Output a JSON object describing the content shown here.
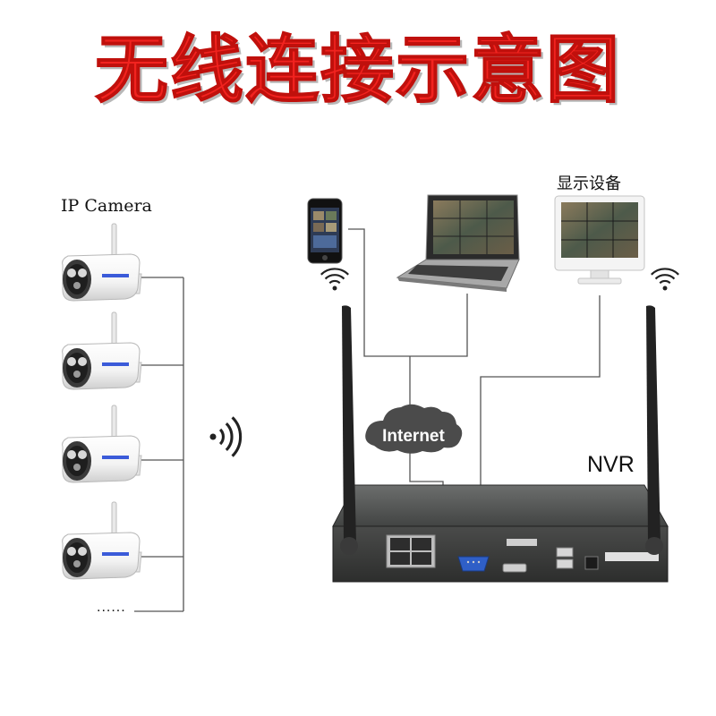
{
  "title": "无线连接示意图",
  "labels": {
    "ip_camera": "IP Camera",
    "display_device": "显示设备",
    "internet": "Internet",
    "nvr": "NVR",
    "more_cameras": "......"
  },
  "colors": {
    "title_red": "#f2231f",
    "camera_body": "#ffffff",
    "nvr_body": "#3c3d3c",
    "antenna": "#222222",
    "connection_lines": "#555555",
    "cloud": "#4a4a4a"
  },
  "icons": [
    "wifi-signal-icon",
    "smartphone-icon",
    "laptop-icon",
    "monitor-icon",
    "cloud-icon",
    "nvr-recorder-icon",
    "antenna-icon",
    "ip-camera-icon"
  ]
}
